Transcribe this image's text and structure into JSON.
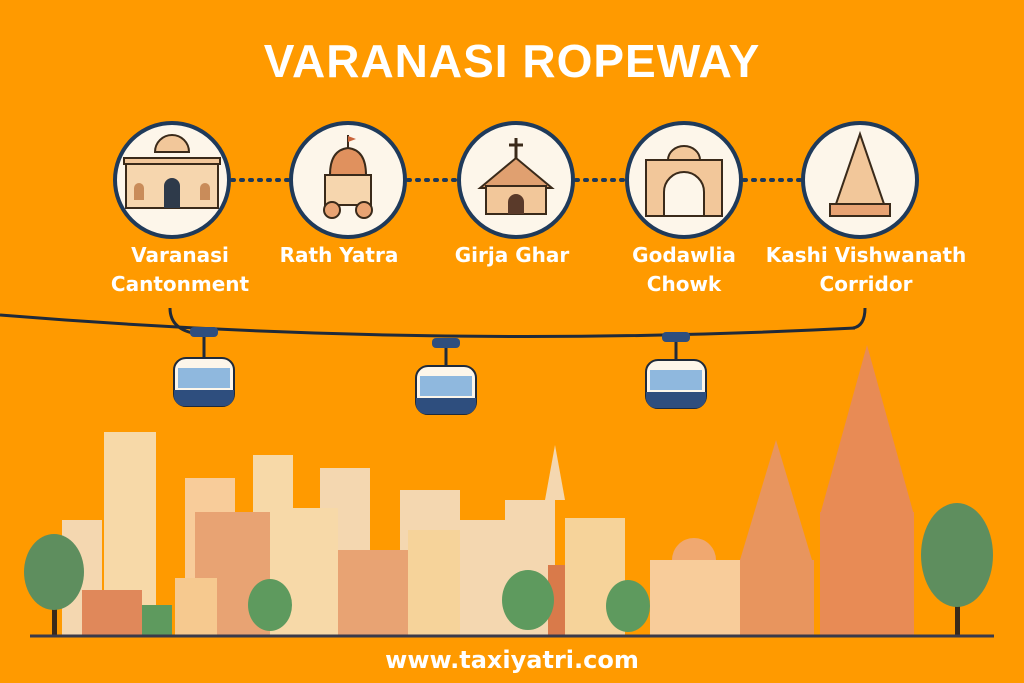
{
  "title": "VARANASI ROPEWAY",
  "stations": [
    {
      "line1": "Varanasi",
      "line2": "Cantonment",
      "icon": "colonial-building-icon"
    },
    {
      "line1": "Rath Yatra",
      "line2": "",
      "icon": "chariot-temple-icon"
    },
    {
      "line1": "Girja Ghar",
      "line2": "",
      "icon": "church-icon"
    },
    {
      "line1": "Godawlia",
      "line2": "Chowk",
      "icon": "gateway-icon"
    },
    {
      "line1": "Kashi Vishwanath",
      "line2": "Corridor",
      "icon": "temple-icon"
    }
  ],
  "footer": "www.taxiyatri.com",
  "colors": {
    "background": "#FF9A00",
    "ring": "#1F3A5A",
    "cabin": "#2E4E7E",
    "window": "#8FB8DE"
  }
}
